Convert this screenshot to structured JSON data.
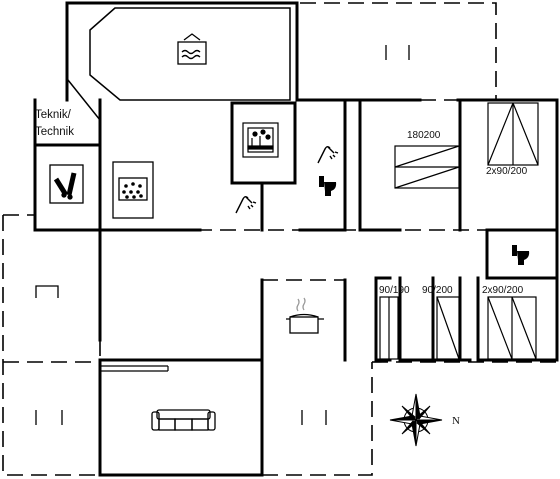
{
  "labels": {
    "teknik_line1": "Teknik/",
    "teknik_line2": "Technik",
    "bed_double": "180200",
    "bed_top_right": "2x90/200",
    "bed_single_a": "90/190",
    "bed_single_b": "90/200",
    "bed_bottom_right": "2x90/200",
    "compass_north": "N"
  },
  "icons": [
    "pool-icon",
    "sauna-icon",
    "shower-icon",
    "toilet-icon",
    "washing-machine-icon",
    "whirlpool-icon",
    "cooking-pot-icon",
    "sofa-icon",
    "compass-rose-icon",
    "bed-icon"
  ],
  "colors": {
    "wall": "#000000",
    "background": "#ffffff"
  }
}
